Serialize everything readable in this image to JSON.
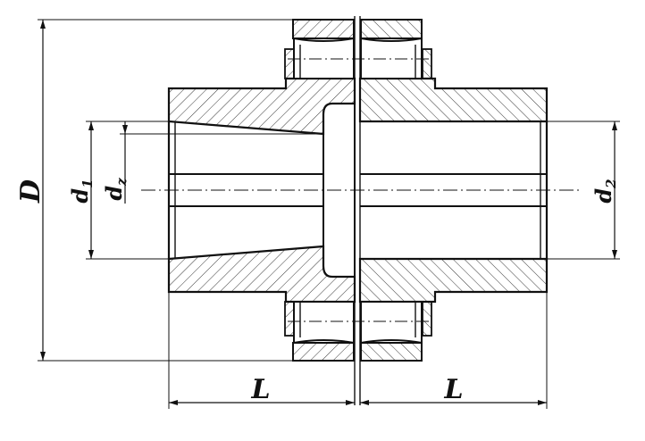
{
  "diagram": {
    "labels": {
      "D": "D",
      "d1": {
        "main": "d",
        "sub": "1"
      },
      "dz": {
        "main": "d",
        "sub": "z"
      },
      "d2": {
        "main": "d",
        "sub": "2"
      },
      "L_left": "L",
      "L_right": "L"
    },
    "colors": {
      "line": "#111111",
      "hatch": "#222222",
      "background": "#ffffff"
    }
  }
}
